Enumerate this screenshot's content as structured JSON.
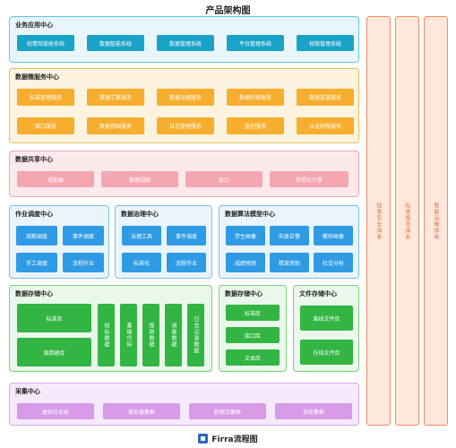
{
  "title": "产品架构图",
  "business": {
    "title": "业务应用中心",
    "items": [
      "校情驾驶舱系统",
      "数据智能系统",
      "数据管理系统",
      "平台管理系统",
      "权限管理系统"
    ]
  },
  "microservice": {
    "title": "数据微服务中心",
    "row1": [
      "标准管理服务",
      "数据汇聚服务",
      "数据治理服务",
      "数据检索服务",
      "数据监管服务"
    ],
    "row2": [
      "接口服务",
      "数据视图服务",
      "日志管理服务",
      "监控服务",
      "认证权限服务"
    ]
  },
  "sharing": {
    "title": "数据共享中心",
    "items": [
      "适配器",
      "数据视图",
      "接口",
      "可视化引擎"
    ]
  },
  "scheduling": {
    "title": "作业调度中心",
    "items": [
      "周期调度",
      "事件调度",
      "手工调度",
      "流程作业"
    ]
  },
  "governance": {
    "title": "数据治理中心",
    "items": [
      "治理工具",
      "事件调度",
      "标准化",
      "流程作业"
    ]
  },
  "algorithm": {
    "title": "数据算法模型中心",
    "items": [
      "学生画像",
      "失联告警",
      "教师画像",
      "成绩预测",
      "精准资助",
      "社交分析"
    ]
  },
  "storage": {
    "title": "数据存储中心",
    "left": [
      "标准库",
      "源数据库"
    ],
    "vertical": [
      "校标数据",
      "基础代码",
      "规则数据",
      "调度数据",
      "日志记录数据"
    ]
  },
  "storage2": {
    "title": "数据存储中心",
    "items": [
      "标准库",
      "接口库",
      "文本库"
    ]
  },
  "file_storage": {
    "title": "文件存储中心",
    "items": [
      "离线文件库",
      "在线文件库"
    ]
  },
  "collection": {
    "title": "采集中心",
    "items": [
      "虚拟化系统",
      "服务器集群",
      "数据流集群",
      "消息集群"
    ]
  },
  "pillars": [
    "信息安全体系",
    "标准规范体系",
    "智能运维体系"
  ],
  "footer": {
    "brand": "Firra流程图"
  },
  "colors": {
    "teal": "#1aa3c9",
    "orange": "#f7ae2e",
    "pink": "#f4a7b1",
    "blue": "#2f9be4",
    "green": "#33b544",
    "purple": "#d79be8",
    "pillar": "#f08c61"
  }
}
